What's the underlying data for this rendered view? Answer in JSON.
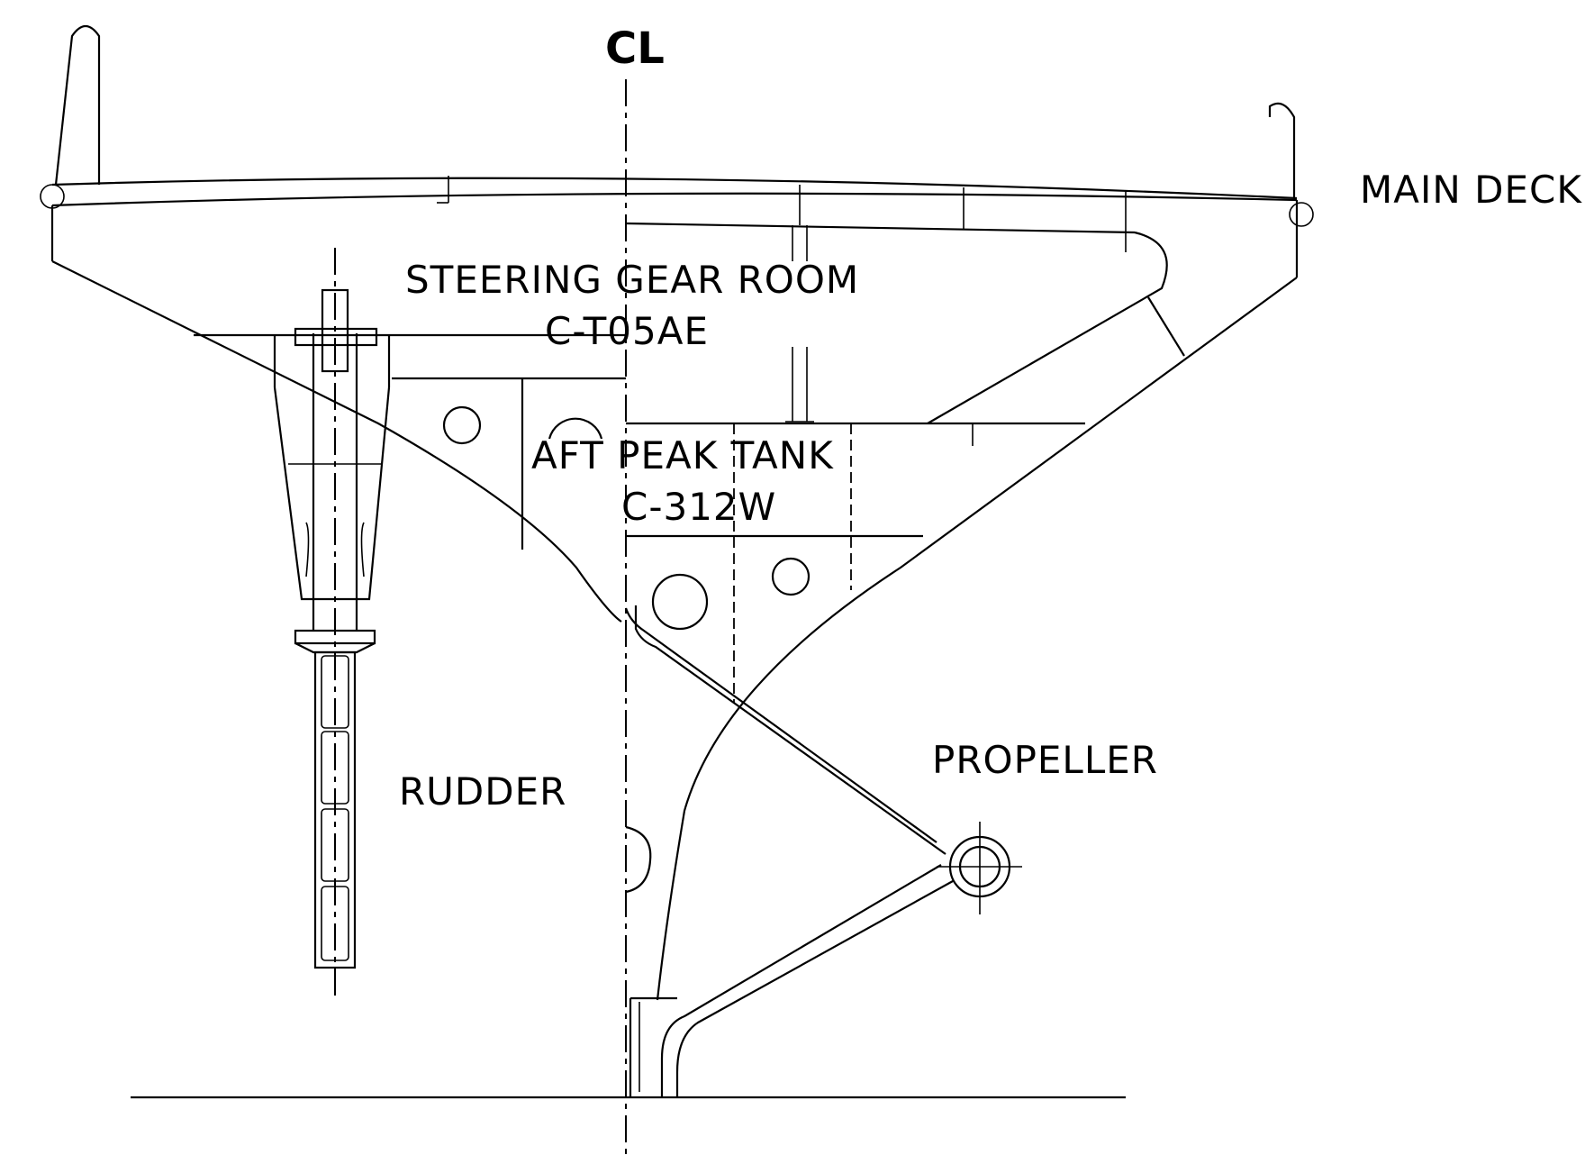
{
  "labels": {
    "centerline": "CL",
    "main_deck": "MAIN DECK",
    "steering_gear_room": "STEERING GEAR ROOM",
    "steering_gear_code": "C-T05AE",
    "aft_peak_tank": "AFT PEAK TANK",
    "aft_peak_code": "C-312W",
    "propeller": "PROPELLER",
    "rudder": "RUDDER"
  }
}
